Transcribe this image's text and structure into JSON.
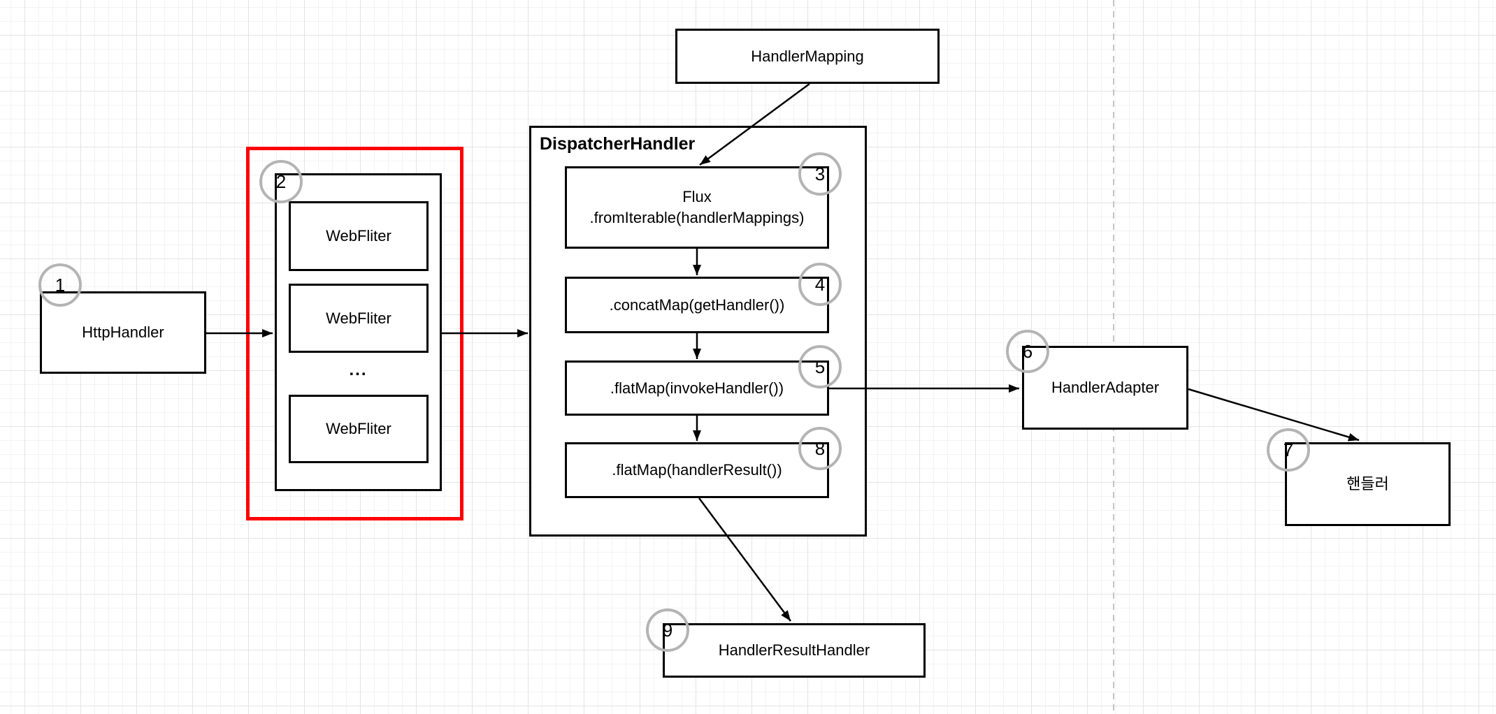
{
  "diagram": {
    "handler_mapping": {
      "label": "HandlerMapping"
    },
    "http_handler": {
      "label": "HttpHandler",
      "badge": "1"
    },
    "web_filter_group": {
      "badge": "2",
      "filters": [
        "WebFliter",
        "WebFliter",
        "WebFliter"
      ],
      "ellipsis": "..."
    },
    "dispatcher": {
      "title": "DispatcherHandler",
      "steps": [
        {
          "badge": "3",
          "line1": "Flux",
          "line2": ".fromIterable(handlerMappings)"
        },
        {
          "badge": "4",
          "line1": ".concatMap(getHandler())"
        },
        {
          "badge": "5",
          "line1": ".flatMap(invokeHandler())"
        },
        {
          "badge": "8",
          "line1": ".flatMap(handlerResult())"
        }
      ]
    },
    "handler_adapter": {
      "label": "HandlerAdapter",
      "badge": "6"
    },
    "handler_korean": {
      "label": "핸들러",
      "badge": "7"
    },
    "handler_result_handler": {
      "label": "HandlerResultHandler",
      "badge": "9"
    }
  },
  "colors": {
    "highlight_red": "#ff0000",
    "shape_border": "#000000",
    "badge_border": "#b4b4b4",
    "grid_minor": "#f3f3f6",
    "grid_major": "#e4e4e8",
    "page_divider": "#c4c4c4"
  }
}
